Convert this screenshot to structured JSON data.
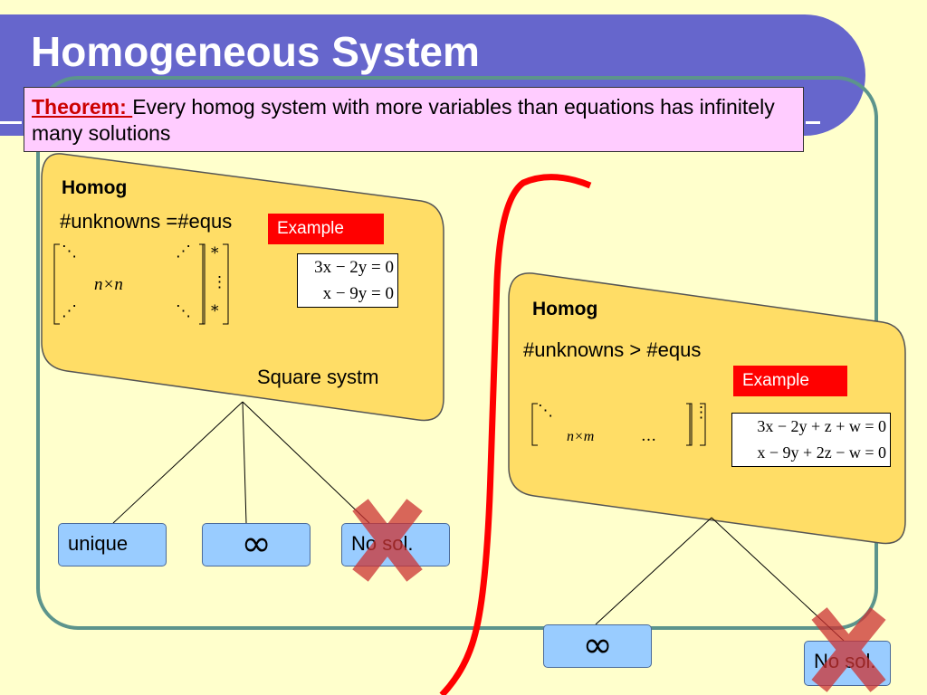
{
  "title": "Homogeneous System",
  "theorem": {
    "label": "Theorem: ",
    "text": "Every homog system with more variables than equations has infinitely many solutions"
  },
  "left_case": {
    "heading": "Homog",
    "condition": "#unknowns =#equs",
    "example_label": "Example",
    "matrix_label": "n×n",
    "equations": [
      "3x − 2y = 0",
      "x − 9y = 0"
    ],
    "note": "Square systm",
    "outcomes": [
      "unique",
      "∞",
      "No sol."
    ]
  },
  "right_case": {
    "heading": "Homog",
    "condition": "#unknowns > #equs",
    "example_label": "Example",
    "matrix_label": "n×m",
    "matrix_ellipsis": "…",
    "equations": [
      "3x − 2y + z + w = 0",
      "x − 9y + 2z − w = 0"
    ],
    "outcomes": [
      "∞",
      "No sol."
    ]
  },
  "colors": {
    "background": "#ffffcc",
    "title_band": "#6666cc",
    "theorem_box": "#ffccff",
    "case_panel": "#ffdd66",
    "leaf_box": "#99ccff",
    "cross": "#cc3333",
    "divider": "#ff0000",
    "example_tag": "#ff0000"
  }
}
